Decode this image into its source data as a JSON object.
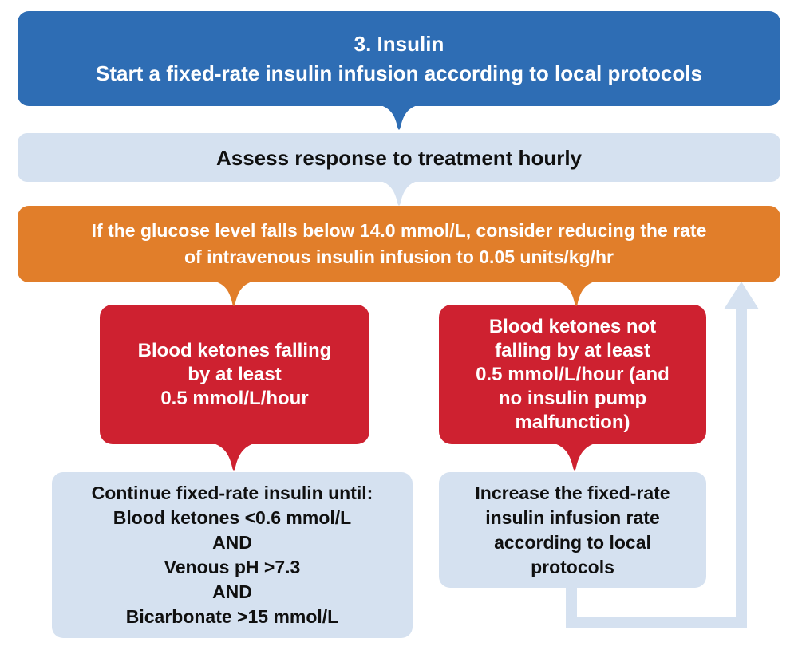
{
  "colors": {
    "header_blue": "#2E6DB4",
    "light_blue": "#D5E1F0",
    "orange": "#E17E2A",
    "red": "#CE2130",
    "dark_text": "#101010",
    "white_text": "#ffffff",
    "background": "#ffffff"
  },
  "flowchart": {
    "header": {
      "text": "3. Insulin\nStart a fixed-rate insulin infusion according to local protocols"
    },
    "assess": {
      "text": "Assess response to treatment hourly"
    },
    "glucose_condition": {
      "text": "If the glucose level falls below 14.0 mmol/L, consider reducing the rate\nof intravenous insulin infusion to 0.05 units/kg/hr"
    },
    "ketones_falling": {
      "text": "Blood ketones falling\nby at least\n0.5 mmol/L/hour"
    },
    "ketones_not_falling": {
      "text": "Blood ketones not\nfalling by at least\n0.5 mmol/L/hour (and\nno insulin pump\nmalfunction)"
    },
    "continue_until": {
      "text": "Continue fixed-rate insulin until:\nBlood ketones <0.6 mmol/L\nAND\nVenous pH >7.3\nAND\nBicarbonate >15 mmol/L"
    },
    "increase_rate": {
      "text": "Increase the fixed-rate\ninsulin infusion rate\naccording to local\nprotocols"
    }
  }
}
